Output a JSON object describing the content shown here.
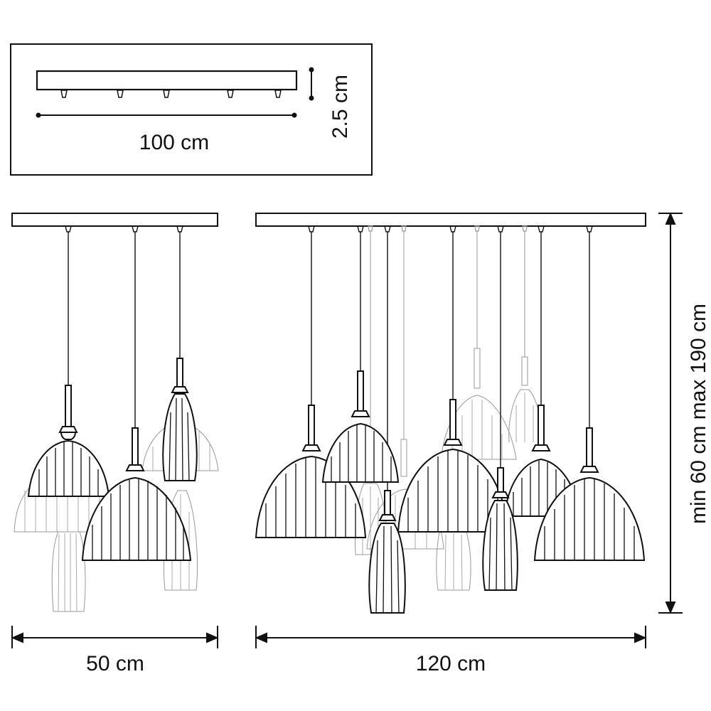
{
  "inset": {
    "length_label": "100 cm",
    "height_label": "2.5 cm"
  },
  "left_fixture": {
    "width_label": "50 cm"
  },
  "right_fixture": {
    "width_label": "120 cm",
    "height_label": "min 60 cm max 190 cm"
  },
  "colors": {
    "line": "#111111",
    "faint": "#888888",
    "background": "#ffffff"
  }
}
